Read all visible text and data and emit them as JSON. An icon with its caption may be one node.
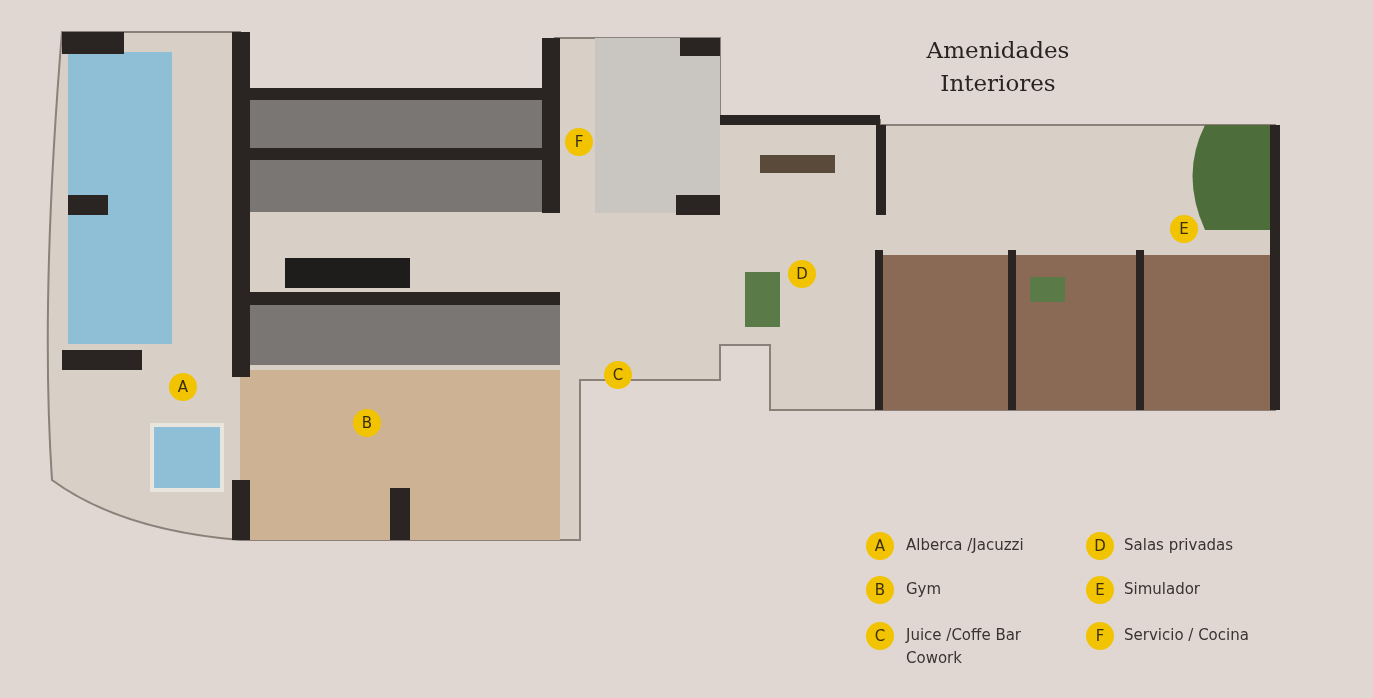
{
  "diagram": {
    "title": "Amenidades Interiores",
    "labels": [
      "F",
      "E",
      "D",
      "C",
      "A",
      "B",
      "A",
      "D",
      "B",
      "E",
      "C",
      "F"
    ],
    "legend": [
      {
        "text": "Alberca /Jacuzzi"
      },
      {
        "text": "Salas privadas"
      },
      {
        "text": "Gym"
      },
      {
        "text": "Simulador"
      },
      {
        "text": "Juice /Coffe Bar Cowork"
      },
      {
        "text": "Servicio / Cocina"
      }
    ]
  }
}
